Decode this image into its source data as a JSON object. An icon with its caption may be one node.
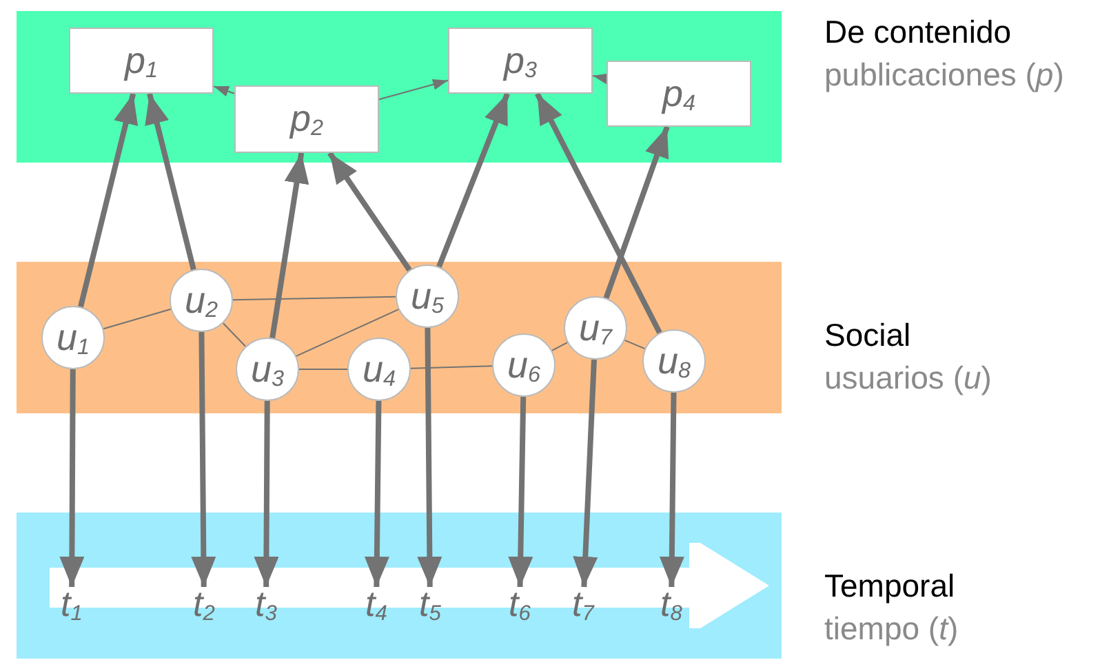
{
  "diagram": {
    "nodes": [
      {
        "text": [
          "De contenido",
          "publicaciones (*p*)"
        ]
      },
      {
        "text": [
          "p$_{1}$"
        ],
        "in": 0
      },
      {
        "text": [
          "p$_{2}$"
        ],
        "in": 0
      },
      {
        "text": [
          "p$_{3}$"
        ],
        "in": 0
      },
      {
        "text": [
          "p$_{4}$"
        ],
        "in": 0
      },
      {
        "text": [
          "Social",
          "usuarios (*u*)"
        ]
      },
      {
        "text": [
          "u$_{1}$"
        ],
        "in": 5
      },
      {
        "text": [
          "u$_{2}$"
        ],
        "in": 5
      },
      {
        "text": [
          "u$_{3}$"
        ],
        "in": 5
      },
      {
        "text": [
          "u$_{4}$"
        ],
        "in": 5
      },
      {
        "text": [
          "u$_{5}$"
        ],
        "in": 5
      },
      {
        "text": [
          "u$_{6}$"
        ],
        "in": 5
      },
      {
        "text": [
          "u$_{7}$"
        ],
        "in": 5
      },
      {
        "text": [
          "u$_{8}$"
        ],
        "in": 5
      },
      {
        "text": [
          "Temporal",
          "tiempo (*t*)"
        ]
      },
      {
        "text": [
          "t$_{1}$"
        ],
        "in": 14
      },
      {
        "text": [
          "t$_{2}$"
        ],
        "in": 14
      },
      {
        "text": [
          "t$_{3}$"
        ],
        "in": 14
      },
      {
        "text": [
          "t$_{4}$"
        ],
        "in": 14
      },
      {
        "text": [
          "t$_{5}$"
        ],
        "in": 14
      },
      {
        "text": [
          "t$_{6}$"
        ],
        "in": 14
      },
      {
        "text": [
          "t$_{7}$"
        ],
        "in": 14
      },
      {
        "text": [
          "t$_{8}$"
        ],
        "in": 14
      }
    ],
    "edges": [
      {
        "from": 2,
        "to": 1,
        "arrow": "to"
      },
      {
        "from": 2,
        "to": 3,
        "arrow": "to"
      },
      {
        "from": 4,
        "to": 3,
        "arrow": "to"
      },
      {
        "from": 6,
        "to": 1,
        "arrow": "to"
      },
      {
        "from": 7,
        "to": 1,
        "arrow": "to"
      },
      {
        "from": 8,
        "to": 2,
        "arrow": "to"
      },
      {
        "from": 10,
        "to": 2,
        "arrow": "to"
      },
      {
        "from": 10,
        "to": 3,
        "arrow": "to"
      },
      {
        "from": 13,
        "to": 3,
        "arrow": "to"
      },
      {
        "from": 12,
        "to": 4,
        "arrow": "to"
      },
      {
        "from": 6,
        "to": 7,
        "arrow": "none"
      },
      {
        "from": 7,
        "to": 10,
        "arrow": "none"
      },
      {
        "from": 7,
        "to": 8,
        "arrow": "none"
      },
      {
        "from": 8,
        "to": 10,
        "arrow": "none"
      },
      {
        "from": 8,
        "to": 9,
        "arrow": "none"
      },
      {
        "from": 9,
        "to": 11,
        "arrow": "none"
      },
      {
        "from": 11,
        "to": 12,
        "arrow": "none"
      },
      {
        "from": 12,
        "to": 13,
        "arrow": "none"
      },
      {
        "from": 6,
        "to": 15,
        "arrow": "to"
      },
      {
        "from": 7,
        "to": 16,
        "arrow": "to"
      },
      {
        "from": 8,
        "to": 17,
        "arrow": "to"
      },
      {
        "from": 9,
        "to": 18,
        "arrow": "to"
      },
      {
        "from": 10,
        "to": 19,
        "arrow": "to"
      },
      {
        "from": 11,
        "to": 20,
        "arrow": "to"
      },
      {
        "from": 12,
        "to": 21,
        "arrow": "to"
      },
      {
        "from": 13,
        "to": 22,
        "arrow": "to"
      }
    ]
  }
}
